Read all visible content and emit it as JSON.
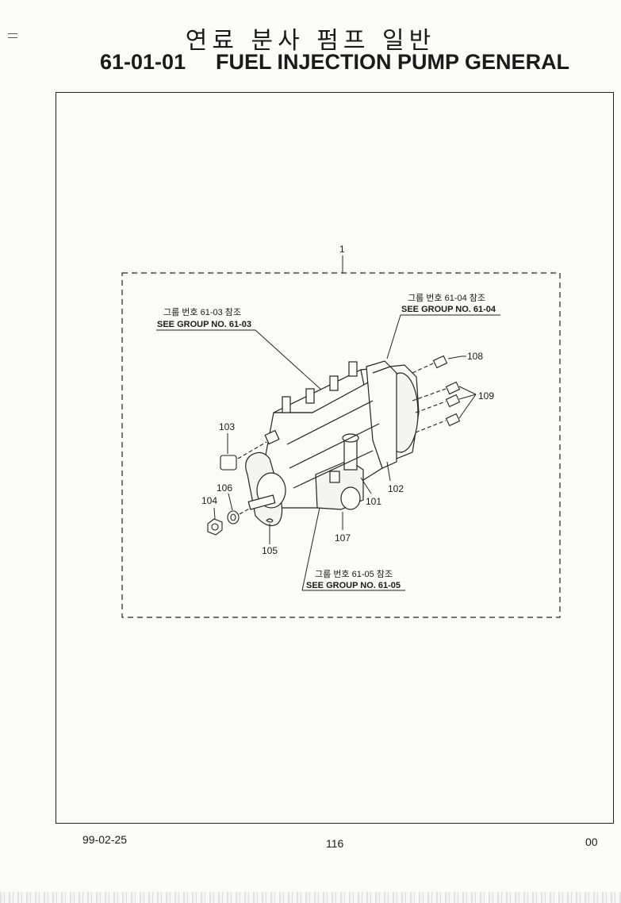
{
  "header": {
    "title_korean": "연료 분사 펌프 일반",
    "section_code": "61-01-01",
    "title_english": "FUEL INJECTION PUMP GENERAL"
  },
  "diagram": {
    "assembly_callout": "1",
    "refs": {
      "group_6103_korean": "그룹 번호 61-03 참조",
      "group_6103": "SEE GROUP NO. 61-03",
      "group_6104_korean": "그룹 번호 61-04 참조",
      "group_6104": "SEE GROUP NO. 61-04",
      "group_6105_korean": "그룹 번호 61-05 참조",
      "group_6105": "SEE GROUP NO. 61-05"
    },
    "callouts": {
      "p101": "101",
      "p102": "102",
      "p103": "103",
      "p104": "104",
      "p105": "105",
      "p106": "106",
      "p107": "107",
      "p108": "108",
      "p109": "109"
    }
  },
  "footer": {
    "date": "99-02-25",
    "page": "116",
    "revision": "00"
  }
}
